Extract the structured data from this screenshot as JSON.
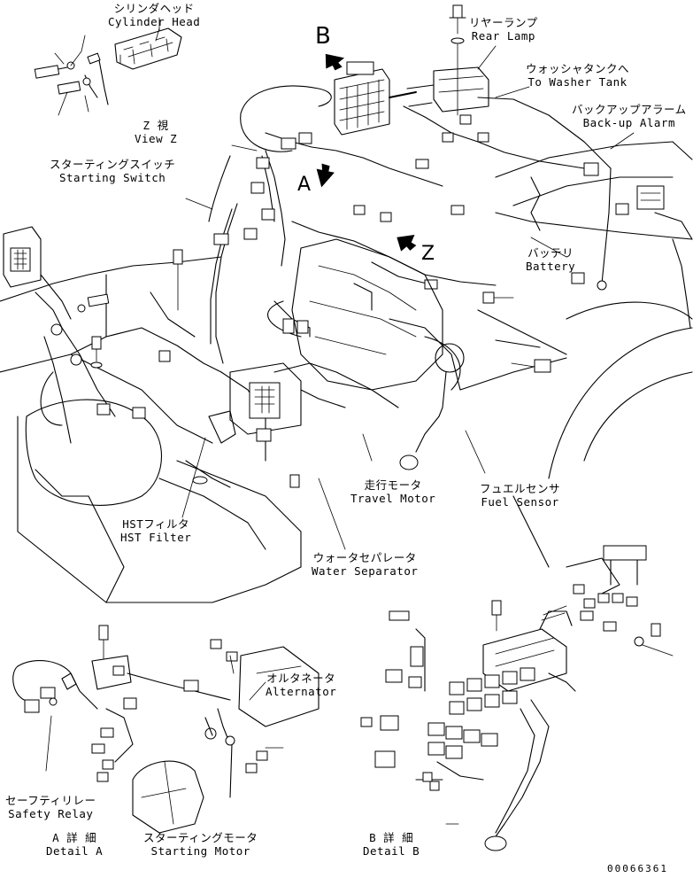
{
  "labels": {
    "cylinder_head": {
      "jp": "シリンダヘッド",
      "en": "Cylinder Head"
    },
    "rear_lamp": {
      "jp": "リヤーランプ",
      "en": "Rear Lamp"
    },
    "washer_tank": {
      "jp": "ウォッシャタンクへ",
      "en": "To Washer Tank"
    },
    "backup_alarm": {
      "jp": "バックアップアラーム",
      "en": "Back-up Alarm"
    },
    "view_z": {
      "jp": "Z 視",
      "en": "View Z"
    },
    "starting_switch": {
      "jp": "スターティングスイッチ",
      "en": "Starting Switch"
    },
    "battery": {
      "jp": "バッテリ",
      "en": "Battery"
    },
    "travel_motor": {
      "jp": "走行モータ",
      "en": "Travel Motor"
    },
    "fuel_sensor": {
      "jp": "フュエルセンサ",
      "en": "Fuel Sensor"
    },
    "hst_filter": {
      "jp": "HSTフィルタ",
      "en": "HST Filter"
    },
    "water_separator": {
      "jp": "ウォータセパレータ",
      "en": "Water Separator"
    },
    "alternator": {
      "jp": "オルタネータ",
      "en": "Alternator"
    },
    "safety_relay": {
      "jp": "セーフティリレー",
      "en": "Safety Relay"
    },
    "detail_a": {
      "jp": "A 詳 細",
      "en": "Detail A"
    },
    "starting_motor": {
      "jp": "スターティングモータ",
      "en": "Starting Motor"
    },
    "detail_b": {
      "jp": "B 詳 細",
      "en": "Detail B"
    }
  },
  "callouts": {
    "a": "A",
    "b": "B",
    "z": "Z"
  },
  "doc_number": "00066361"
}
